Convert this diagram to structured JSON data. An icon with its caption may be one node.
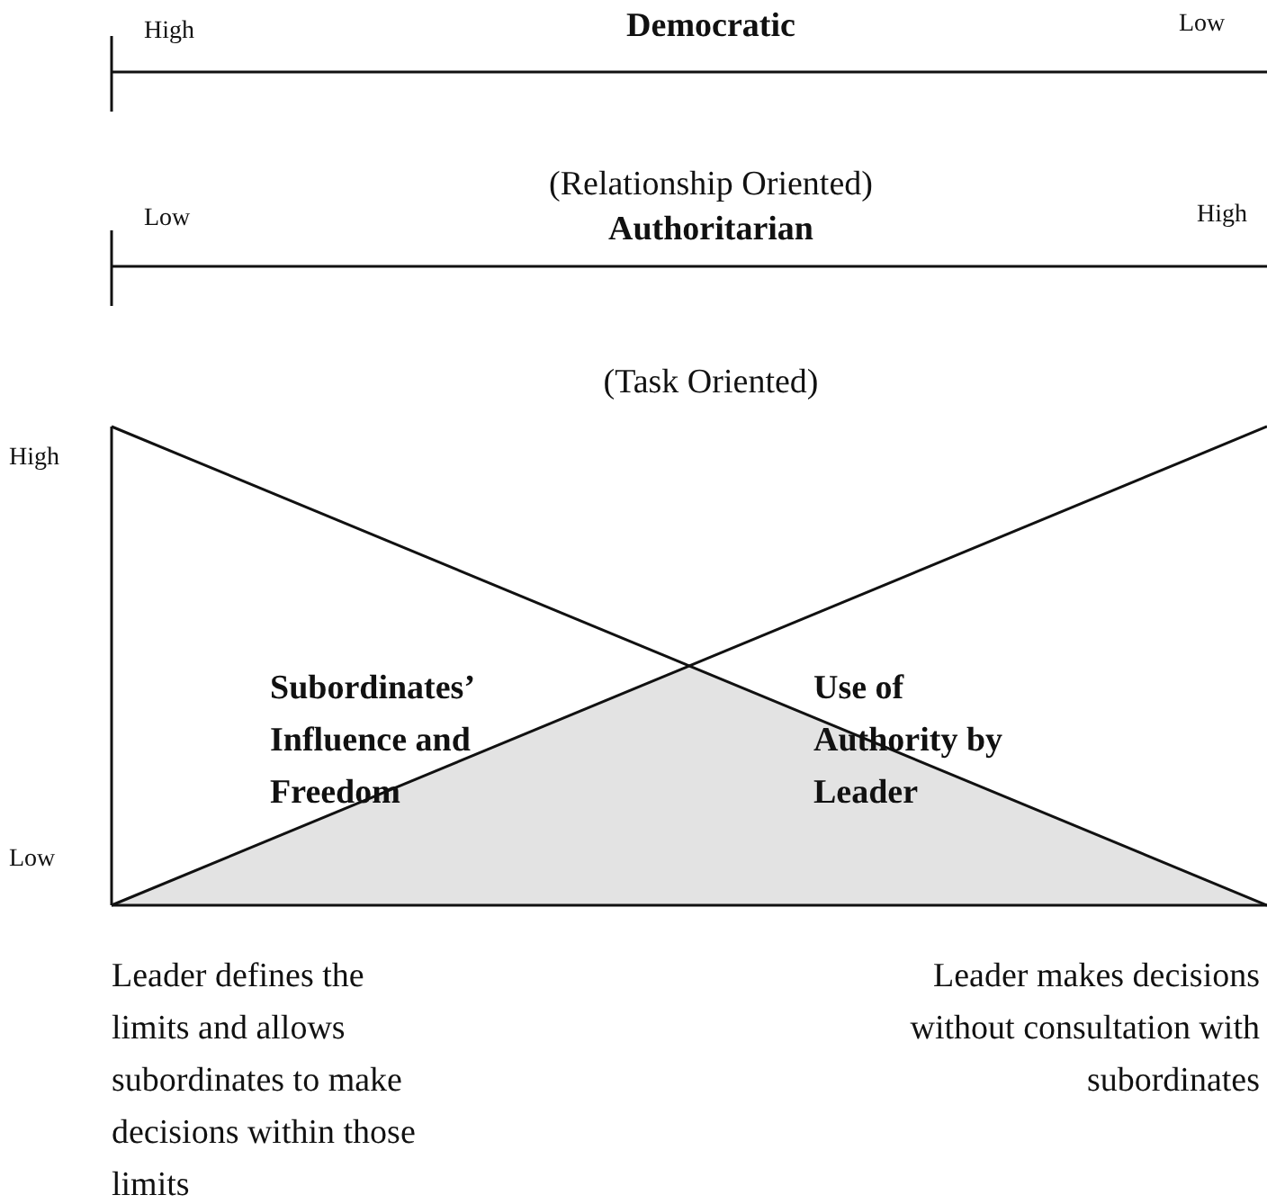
{
  "diagram": {
    "labels": [
      "High",
      "Democratic",
      "Low",
      "(Relationship Oriented)",
      "Low",
      "Authoritarian",
      "High",
      "(Task Oriented)",
      "High",
      "Subordinates’ Influence and Freedom",
      "Use of Authority by Leader",
      "Low",
      "Leader defines the limits and allows subordinates to make decisions within those limits",
      "Leader makes decisions without consultation with subordinates"
    ]
  }
}
